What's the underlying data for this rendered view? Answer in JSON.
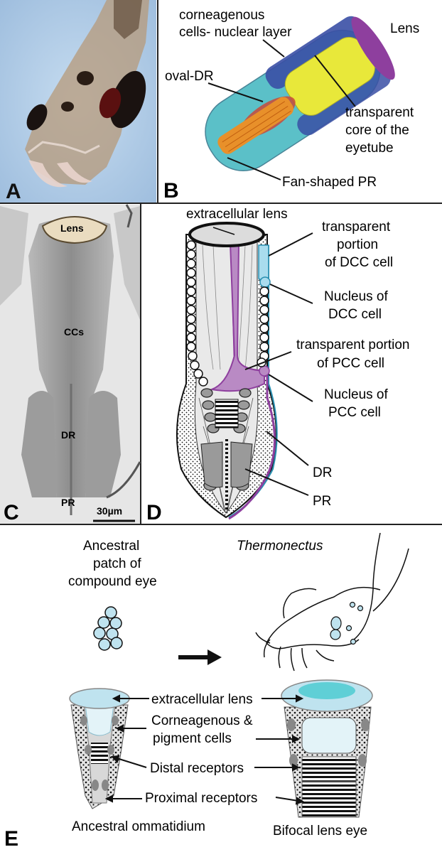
{
  "panels": {
    "A": {
      "letter": "A"
    },
    "B": {
      "letter": "B",
      "labels": {
        "corneagenous_line1": "corneagenous",
        "corneagenous_line2": "cells- nuclear layer",
        "lens": "Lens",
        "oval_dr": "oval-DR",
        "core_line1": "transparent",
        "core_line2": "core of the",
        "core_line3": "eyetube",
        "fan_pr": "Fan-shaped PR"
      }
    },
    "C": {
      "letter": "C",
      "labels": {
        "lens": "Lens",
        "ccs": "CCs",
        "dr": "DR",
        "pr": "PR",
        "scale": "30µm"
      }
    },
    "D": {
      "letter": "D",
      "labels": {
        "lens": "extracellular lens",
        "dcc_t1": "transparent",
        "dcc_t2": "portion",
        "dcc_t3": "of DCC cell",
        "dcc_n1": "Nucleus of",
        "dcc_n2": "DCC cell",
        "pcc_t1": "transparent portion",
        "pcc_t2": "of PCC cell",
        "pcc_n1": "Nucleus of",
        "pcc_n2": "PCC cell",
        "dr": "DR",
        "pr": "PR"
      }
    },
    "E": {
      "letter": "E",
      "labels": {
        "ancestral_1": "Ancestral",
        "ancestral_2": "patch of",
        "ancestral_3": "compound eye",
        "genus": "Thermonectus",
        "lens": "extracellular lens",
        "cc_1": "Corneagenous &",
        "cc_2": "pigment cells",
        "distal": "Distal receptors",
        "proximal": "Proximal receptors",
        "left_caption": "Ancestral ommatidium",
        "right_caption": "Bifocal lens eye"
      }
    }
  },
  "colors": {
    "photo_bg": "#aec9e6",
    "teal": "#3fb6bf",
    "yellow": "#e8e83a",
    "purple": "#8e3f9e",
    "orange": "#e8902a",
    "light_blue": "#bfe3ef",
    "cyan_lens": "#5fcfd6",
    "blue_nuclear": "#3a4fa5"
  }
}
